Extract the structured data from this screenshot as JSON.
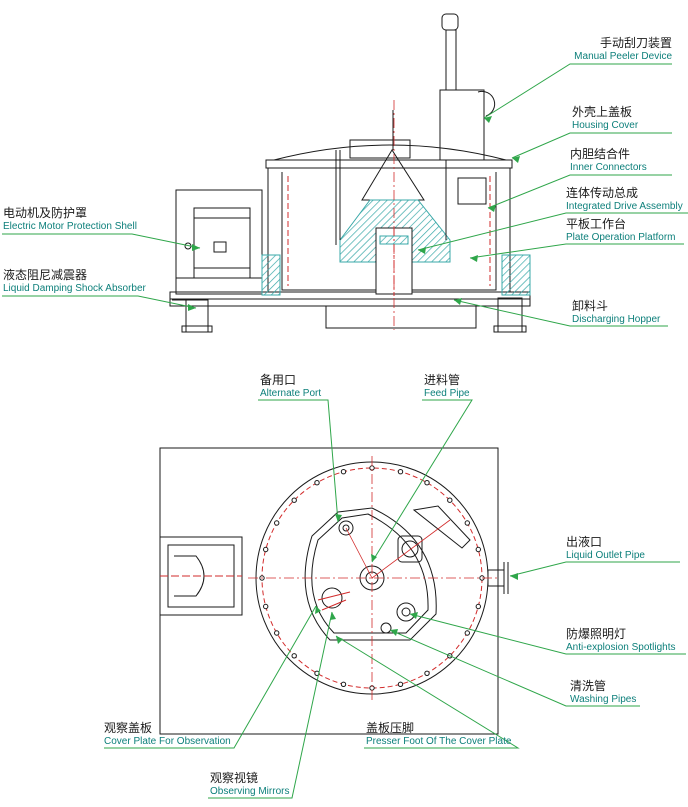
{
  "colors": {
    "outline": "#1a1a1a",
    "leader": "#2fa64a",
    "english": "#0c7f7a",
    "hatch": "#39a8a8",
    "centerline": "#d22b2b"
  },
  "labels": {
    "manual_peeler": {
      "zh": "手动刮刀装置",
      "en": "Manual Peeler Device"
    },
    "housing_cover": {
      "zh": "外壳上盖板",
      "en": "Housing Cover"
    },
    "inner_connectors": {
      "zh": "内胆结合件",
      "en": "Inner Connectors"
    },
    "drive_assembly": {
      "zh": "连体传动总成",
      "en": "Integrated Drive Assembly"
    },
    "plate_platform": {
      "zh": "平板工作台",
      "en": "Plate Operation Platform"
    },
    "discharging_hopper": {
      "zh": "卸料斗",
      "en": "Discharging Hopper"
    },
    "motor_shell": {
      "zh": "电动机及防护罩",
      "en": "Electric Motor Protection Shell"
    },
    "shock_absorber": {
      "zh": "液态阻尼减震器",
      "en": "Liquid Damping Shock Absorber"
    },
    "alternate_port": {
      "zh": "备用口",
      "en": "Alternate Port"
    },
    "feed_pipe": {
      "zh": "进料管",
      "en": "Feed Pipe"
    },
    "liquid_outlet": {
      "zh": "出液口",
      "en": "Liquid Outlet Pipe"
    },
    "spotlights": {
      "zh": "防爆照明灯",
      "en": "Anti-explosion Spotlights"
    },
    "washing_pipes": {
      "zh": "清洗管",
      "en": "Washing Pipes"
    },
    "cover_plate_obs": {
      "zh": "观察盖板",
      "en": "Cover Plate For Observation"
    },
    "presser_foot": {
      "zh": "盖板压脚",
      "en": "Presser Foot Of The Cover Plate"
    },
    "observing_mirrors": {
      "zh": "观察视镜",
      "en": "Observing Mirrors"
    }
  }
}
